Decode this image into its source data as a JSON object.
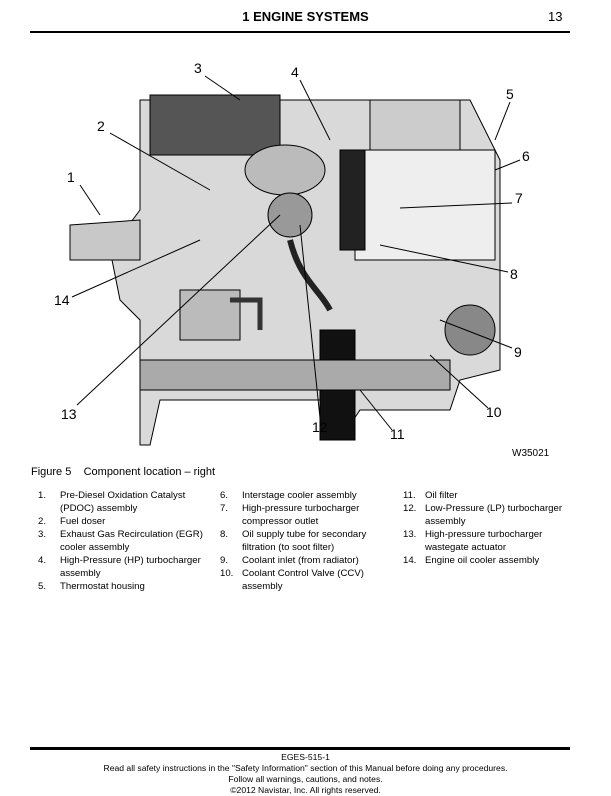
{
  "header": {
    "title": "1 ENGINE SYSTEMS",
    "page_number": "13"
  },
  "figure": {
    "callouts": [
      "1",
      "2",
      "3",
      "4",
      "5",
      "6",
      "7",
      "8",
      "9",
      "10",
      "11",
      "12",
      "13",
      "14"
    ],
    "image_id": "W35021",
    "caption_number": "Figure 5",
    "caption_title": "Component location – right"
  },
  "legend": {
    "columns": [
      [
        {
          "num": "1.",
          "text": "Pre-Diesel Oxidation Catalyst (PDOC) assembly"
        },
        {
          "num": "2.",
          "text": "Fuel doser"
        },
        {
          "num": "3.",
          "text": "Exhaust Gas Recirculation (EGR) cooler assembly"
        },
        {
          "num": "4.",
          "text": "High-Pressure (HP) turbocharger assembly"
        },
        {
          "num": "5.",
          "text": "Thermostat housing"
        }
      ],
      [
        {
          "num": "6.",
          "text": "Interstage cooler assembly"
        },
        {
          "num": "7.",
          "text": "High-pressure turbocharger compressor outlet"
        },
        {
          "num": "8.",
          "text": "Oil supply tube for secondary filtration (to soot filter)"
        },
        {
          "num": "9.",
          "text": "Coolant inlet (from radiator)"
        },
        {
          "num": "10.",
          "text": "Coolant Control Valve (CCV) assembly"
        }
      ],
      [
        {
          "num": "11.",
          "text": "Oil filter"
        },
        {
          "num": "12.",
          "text": "Low-Pressure (LP) turbocharger assembly"
        },
        {
          "num": "13.",
          "text": "High-pressure turbocharger wastegate actuator"
        },
        {
          "num": "14.",
          "text": "Engine oil cooler assembly"
        }
      ]
    ]
  },
  "footer": {
    "doc_id": "EGES-515-1",
    "safety_line": "Read all safety instructions in the \"Safety Information\" section of this Manual before doing any procedures.",
    "warnings_line": "Follow all warnings, cautions, and notes.",
    "copyright": "©2012 Navistar, Inc. All rights reserved."
  }
}
